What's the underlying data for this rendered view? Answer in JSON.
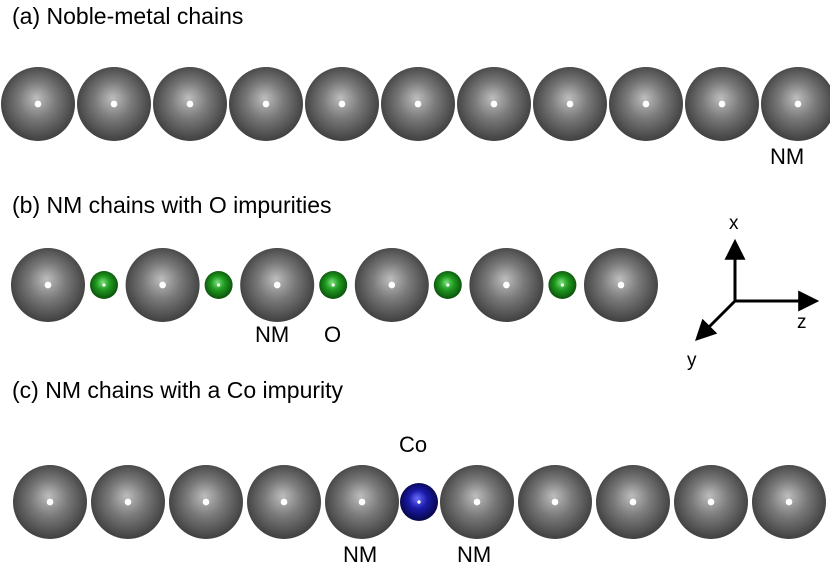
{
  "panels": {
    "a": {
      "title": "(a) Noble-metal chains",
      "atom_label": "NM"
    },
    "b": {
      "title": "(b) NM chains with O impurities",
      "nm_label": "NM",
      "o_label": "O"
    },
    "c": {
      "title": "(c) NM chains with a Co impurity",
      "co_label": "Co",
      "nm_left_label": "NM",
      "nm_right_label": "NM"
    }
  },
  "axes": {
    "x": "x",
    "y": "y",
    "z": "z"
  },
  "colors": {
    "nm_atom": "#6e6e6e",
    "o_atom": "#1e9a1e",
    "co_atom": "#1a1a9e",
    "background": "#ffffff"
  }
}
